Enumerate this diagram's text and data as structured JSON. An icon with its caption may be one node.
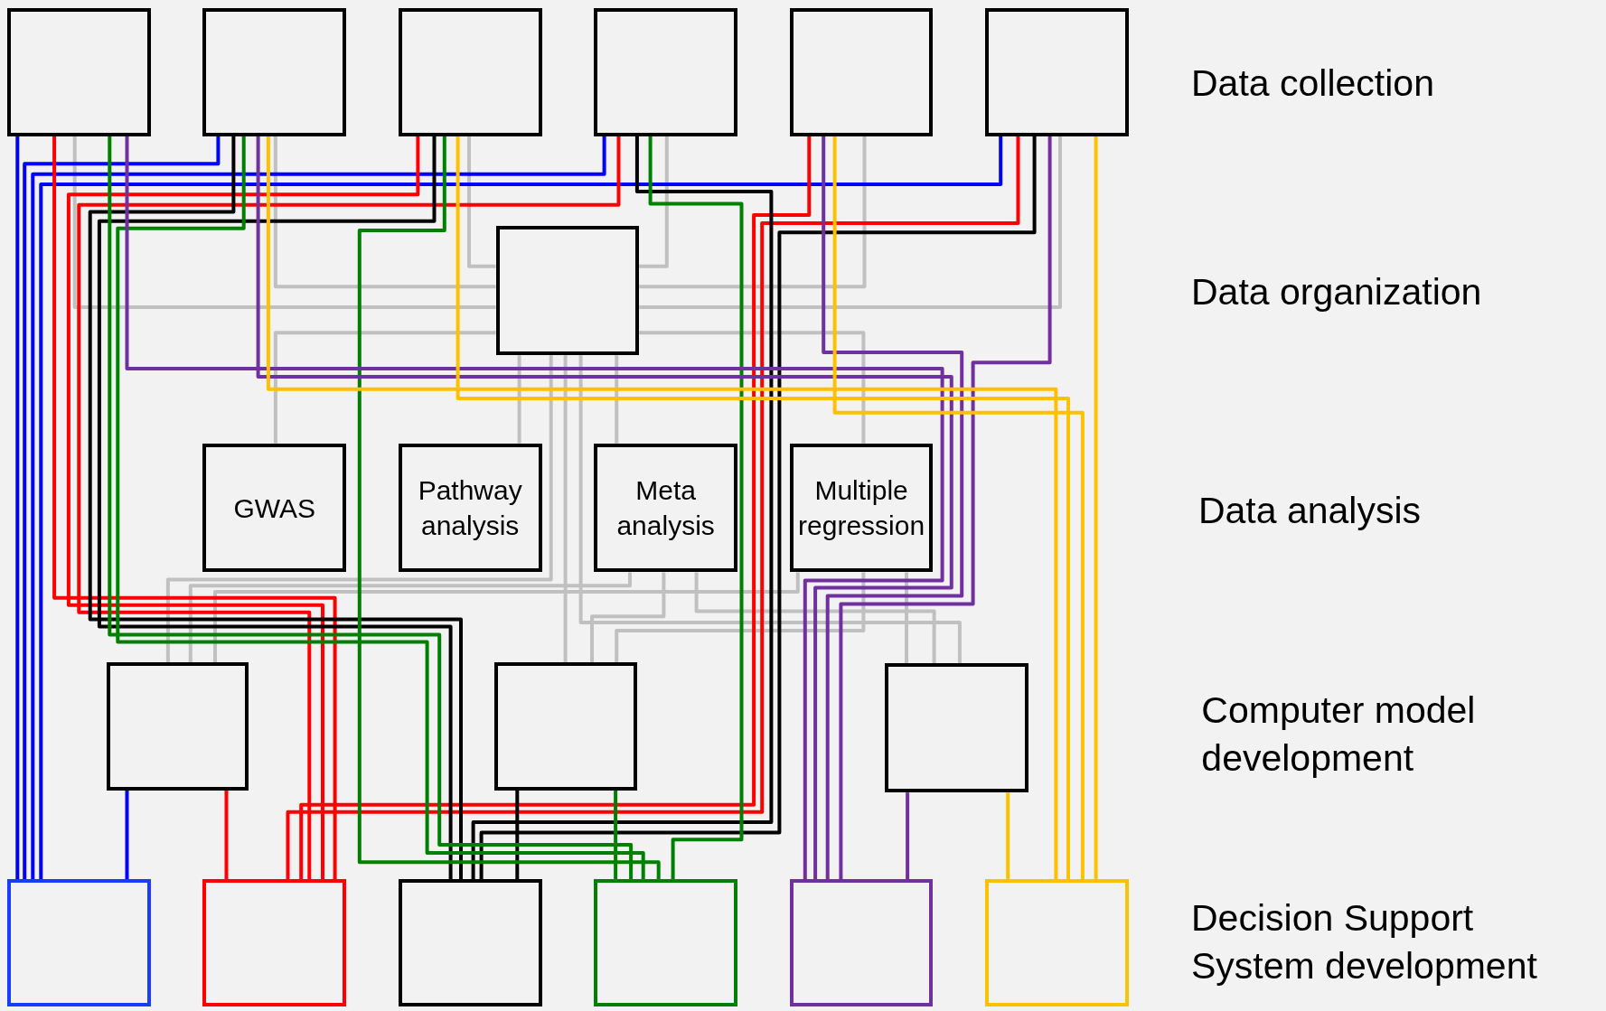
{
  "diagram": {
    "nodes": [
      {
        "text": [],
        "shape": "box"
      },
      {
        "text": [],
        "shape": "box"
      },
      {
        "text": [],
        "shape": "box"
      },
      {
        "text": [],
        "shape": "box"
      },
      {
        "text": [],
        "shape": "box"
      },
      {
        "text": [],
        "shape": "box"
      },
      {
        "text": [],
        "shape": "box"
      },
      {
        "text": [
          "GWAS"
        ]
      },
      {
        "text": [
          "Pathway analysis"
        ]
      },
      {
        "text": [
          "Meta analysis"
        ]
      },
      {
        "text": [
          "Multiple regression"
        ]
      },
      {
        "text": [],
        "shape": "box"
      },
      {
        "text": [],
        "shape": "box"
      },
      {
        "text": [],
        "shape": "box"
      },
      {
        "text": [],
        "shape": "box"
      },
      {
        "text": [],
        "shape": "box"
      },
      {
        "text": [],
        "shape": "box"
      },
      {
        "text": [],
        "shape": "box"
      },
      {
        "text": [],
        "shape": "box"
      },
      {
        "text": [],
        "shape": "box"
      }
    ],
    "edges": [
      {
        "from": 0,
        "to": 6,
        "arrow": "none"
      },
      {
        "from": 1,
        "to": 6,
        "arrow": "none"
      },
      {
        "from": 2,
        "to": 6,
        "arrow": "none"
      },
      {
        "from": 3,
        "to": 6,
        "arrow": "none"
      },
      {
        "from": 4,
        "to": 6,
        "arrow": "none"
      },
      {
        "from": 5,
        "to": 6,
        "arrow": "none"
      },
      {
        "from": 6,
        "to": 7,
        "arrow": "none"
      },
      {
        "from": 6,
        "to": 8,
        "arrow": "none"
      },
      {
        "from": 6,
        "to": 9,
        "arrow": "none"
      },
      {
        "from": 6,
        "to": 10,
        "arrow": "none"
      },
      {
        "from": 6,
        "to": 11,
        "arrow": "none"
      },
      {
        "from": 9,
        "to": 11,
        "arrow": "none"
      },
      {
        "from": 10,
        "to": 11,
        "arrow": "none"
      },
      {
        "from": 6,
        "to": 12,
        "arrow": "none"
      },
      {
        "from": 9,
        "to": 12,
        "arrow": "none"
      },
      {
        "from": 10,
        "to": 12,
        "arrow": "none"
      },
      {
        "from": 6,
        "to": 13,
        "arrow": "none"
      },
      {
        "from": 9,
        "to": 13,
        "arrow": "none"
      },
      {
        "from": 10,
        "to": 13,
        "arrow": "none"
      },
      {
        "from": 0,
        "to": 14,
        "arrow": "none",
        "color": "#0000ff"
      },
      {
        "from": 1,
        "to": 14,
        "arrow": "none",
        "color": "#0000ff"
      },
      {
        "from": 3,
        "to": 14,
        "arrow": "none",
        "color": "#0000ff"
      },
      {
        "from": 5,
        "to": 14,
        "arrow": "none",
        "color": "#0000ff"
      },
      {
        "from": 11,
        "to": 14,
        "arrow": "none",
        "color": "#0000ff"
      },
      {
        "from": 0,
        "to": 15,
        "arrow": "none",
        "color": "#ff0000"
      },
      {
        "from": 2,
        "to": 15,
        "arrow": "none",
        "color": "#ff0000"
      },
      {
        "from": 3,
        "to": 15,
        "arrow": "none",
        "color": "#ff0000"
      },
      {
        "from": 4,
        "to": 15,
        "arrow": "none",
        "color": "#ff0000"
      },
      {
        "from": 5,
        "to": 15,
        "arrow": "none",
        "color": "#ff0000"
      },
      {
        "from": 11,
        "to": 15,
        "arrow": "none",
        "color": "#ff0000"
      },
      {
        "from": 1,
        "to": 16,
        "arrow": "none",
        "color": "#000000"
      },
      {
        "from": 2,
        "to": 16,
        "arrow": "none",
        "color": "#000000"
      },
      {
        "from": 3,
        "to": 16,
        "arrow": "none",
        "color": "#000000"
      },
      {
        "from": 5,
        "to": 16,
        "arrow": "none",
        "color": "#000000"
      },
      {
        "from": 12,
        "to": 16,
        "arrow": "none",
        "color": "#000000"
      },
      {
        "from": 0,
        "to": 17,
        "arrow": "none",
        "color": "#008000"
      },
      {
        "from": 1,
        "to": 17,
        "arrow": "none",
        "color": "#008000"
      },
      {
        "from": 2,
        "to": 17,
        "arrow": "none",
        "color": "#008000"
      },
      {
        "from": 3,
        "to": 17,
        "arrow": "none",
        "color": "#008000"
      },
      {
        "from": 12,
        "to": 17,
        "arrow": "none",
        "color": "#008000"
      },
      {
        "from": 0,
        "to": 18,
        "arrow": "none",
        "color": "#7030a0"
      },
      {
        "from": 1,
        "to": 18,
        "arrow": "none",
        "color": "#7030a0"
      },
      {
        "from": 4,
        "to": 18,
        "arrow": "none",
        "color": "#7030a0"
      },
      {
        "from": 5,
        "to": 18,
        "arrow": "none",
        "color": "#7030a0"
      },
      {
        "from": 13,
        "to": 18,
        "arrow": "none",
        "color": "#7030a0"
      },
      {
        "from": 1,
        "to": 19,
        "arrow": "none",
        "color": "#ffc000"
      },
      {
        "from": 2,
        "to": 19,
        "arrow": "none",
        "color": "#ffc000"
      },
      {
        "from": 4,
        "to": 19,
        "arrow": "none",
        "color": "#ffc000"
      },
      {
        "from": 5,
        "to": 19,
        "arrow": "none",
        "color": "#ffc000"
      },
      {
        "from": 13,
        "to": 19,
        "arrow": "none",
        "color": "#ffc000"
      }
    ],
    "labels": [
      "Data collection",
      "Data organization",
      "Data analysis",
      "Computer model development",
      "Decision Support System development"
    ]
  }
}
